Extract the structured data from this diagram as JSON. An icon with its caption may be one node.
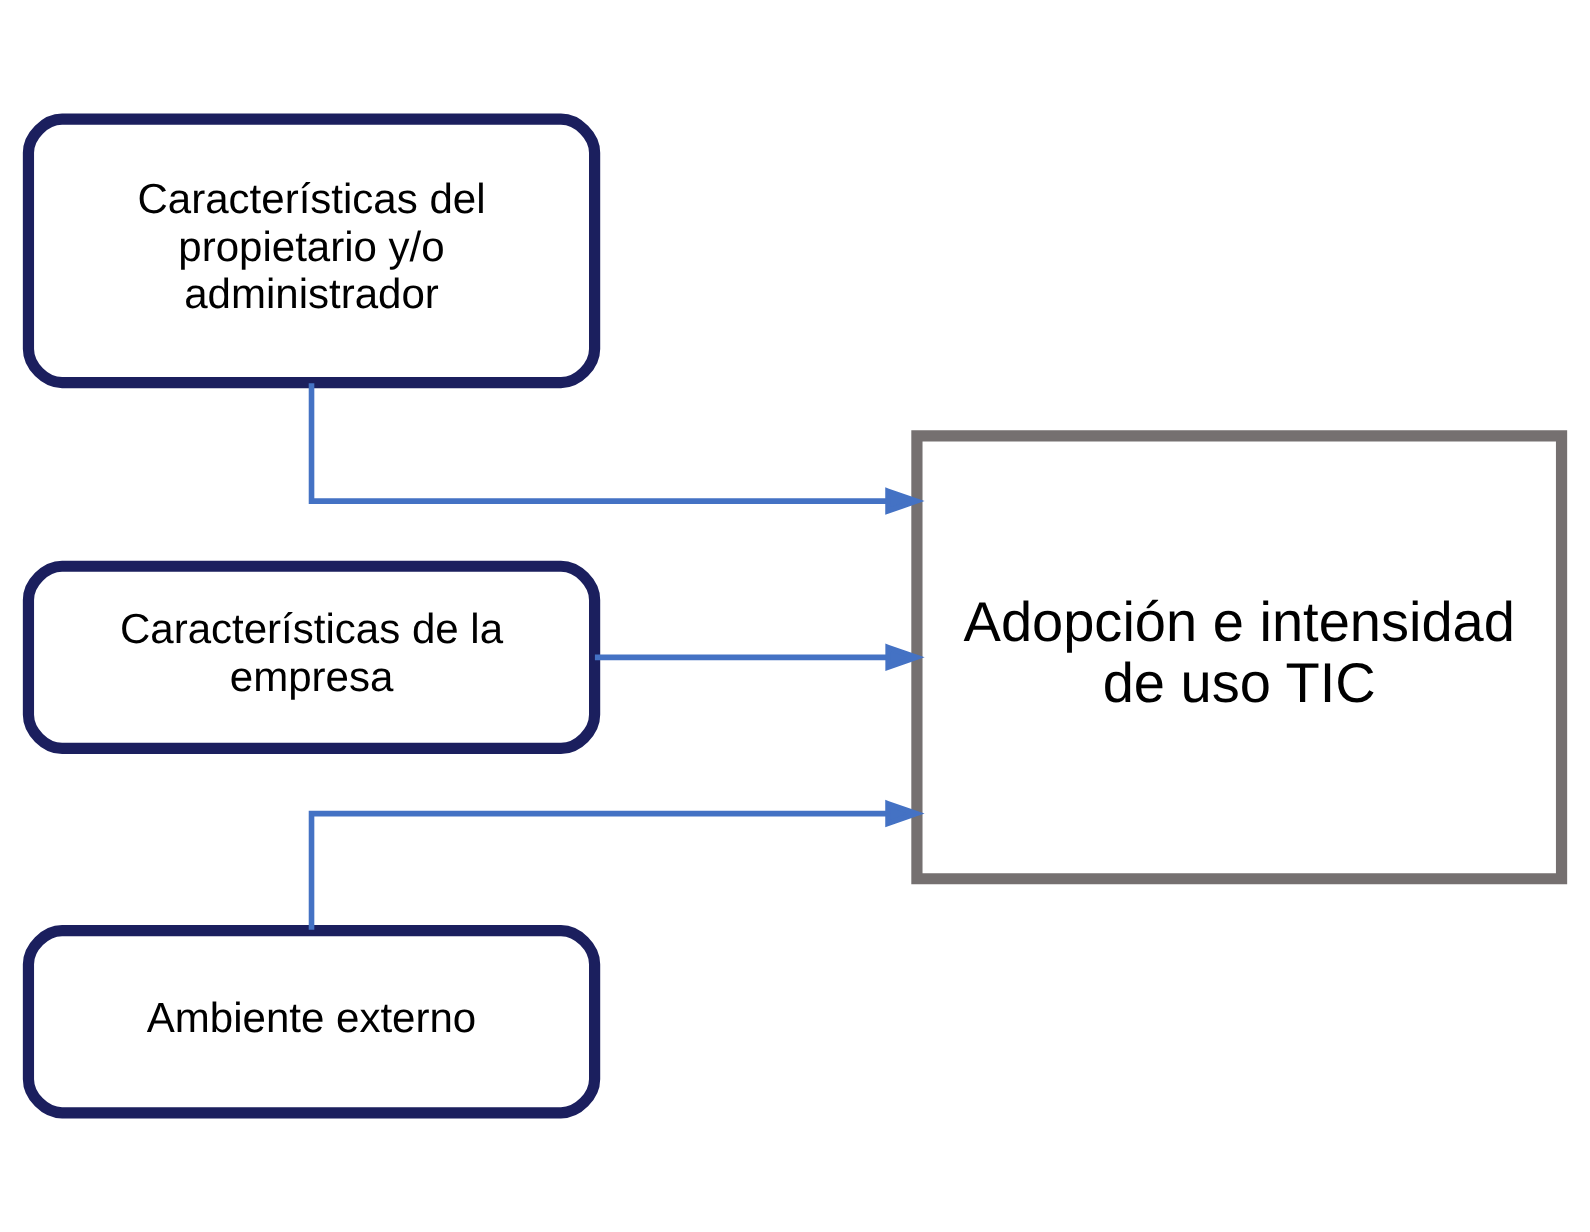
{
  "diagram": {
    "nodes": [
      {
        "text": [
          "Características del propietario y/o administrador"
        ]
      },
      {
        "text": [
          "Características de la empresa"
        ]
      },
      {
        "text": [
          "Ambiente externo"
        ]
      },
      {
        "text": [
          "Adopción e intensidad de uso TIC"
        ]
      }
    ],
    "edges": [
      {
        "from": 0,
        "to": 3,
        "arrow": "to"
      },
      {
        "from": 1,
        "to": 3,
        "arrow": "to"
      },
      {
        "from": 2,
        "to": 3,
        "arrow": "to"
      }
    ]
  }
}
